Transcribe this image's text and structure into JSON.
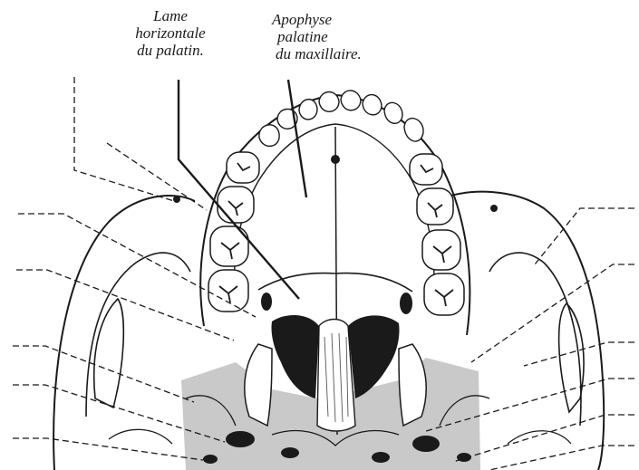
{
  "labels": {
    "lame_horizontale": [
      "Lame",
      "horizontale",
      "du palatin."
    ],
    "apophyse_palatine": [
      "Apophyse",
      "palatine",
      "du maxillaire."
    ]
  },
  "colors": {
    "ink": "#1a1a1a",
    "shading": "#c7c7c7",
    "background": "#ffffff"
  }
}
